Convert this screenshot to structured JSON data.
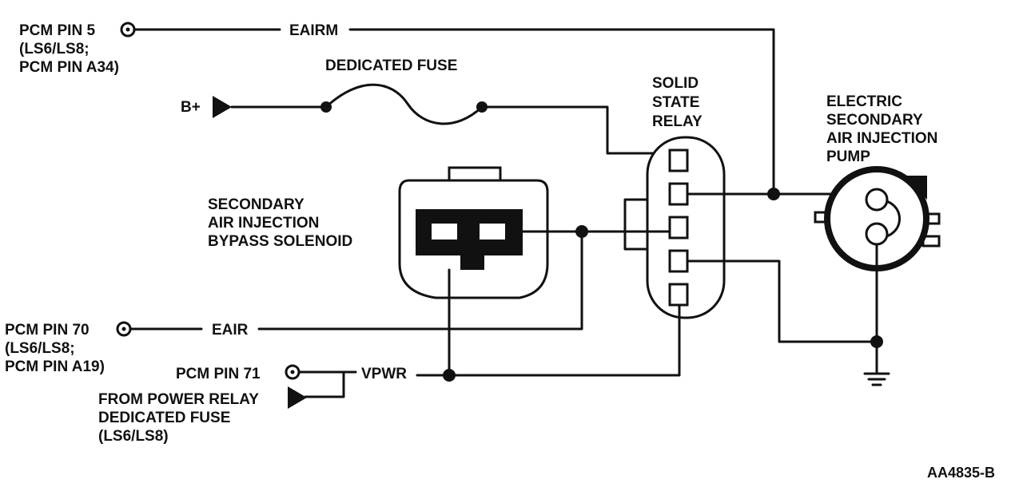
{
  "labels": {
    "pcm_pin5": [
      "PCM PIN 5",
      "(LS6/LS8;",
      "PCM PIN A34)"
    ],
    "eairm": "EAIRM",
    "dedicated_fuse": "DEDICATED FUSE",
    "b_plus": "B+",
    "relay": [
      "SOLID",
      "STATE",
      "RELAY"
    ],
    "pump": [
      "ELECTRIC",
      "SECONDARY",
      "AIR INJECTION",
      "PUMP"
    ],
    "solenoid": [
      "SECONDARY",
      "AIR INJECTION",
      "BYPASS SOLENOID"
    ],
    "pcm_pin70": [
      "PCM PIN 70",
      "(LS6/LS8;",
      "PCM PIN A19)"
    ],
    "eair": "EAIR",
    "pcm_pin71": "PCM PIN 71",
    "vpwr": "VPWR",
    "power_relay": [
      "FROM POWER RELAY",
      "DEDICATED FUSE",
      "(LS6/LS8)"
    ],
    "figure_id": "AA4835-B"
  }
}
